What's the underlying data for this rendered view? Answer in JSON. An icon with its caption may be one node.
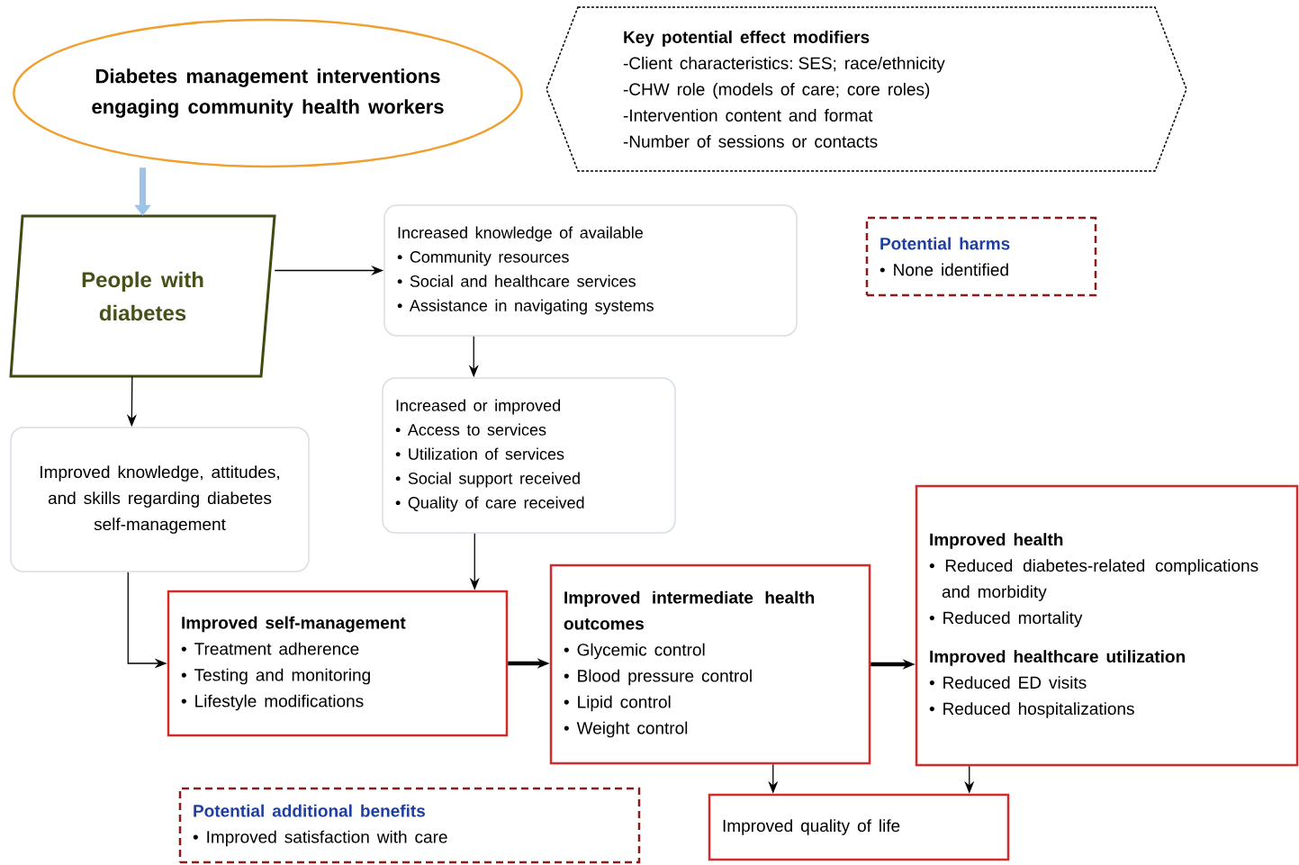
{
  "diagram": {
    "nodes": [
      {
        "text": [
          "Diabetes management interventions engaging community health workers"
        ]
      },
      {
        "text": [
          "Key potential effect modifiers",
          "-Client characteristics: SES; race/ethnicity",
          "-CHW role (models of care; core roles)",
          "-Intervention content and format",
          "-Number of sessions or contacts"
        ]
      },
      {
        "text": [
          "People with diabetes"
        ]
      },
      {
        "text": [
          "Increased knowledge of available",
          "• Community resources",
          "• Social and healthcare services",
          "• Assistance in navigating systems"
        ]
      },
      {
        "text": [
          "Potential harms",
          "• None identified"
        ]
      },
      {
        "text": [
          "Improved knowledge, attitudes, and skills regarding diabetes self-management"
        ]
      },
      {
        "text": [
          "Increased or improved",
          "• Access to services",
          "• Utilization of services",
          "• Social support received",
          "• Quality of care received"
        ]
      },
      {
        "text": [
          "Improved self-management",
          "• Treatment adherence",
          "• Testing and monitoring",
          "• Lifestyle modifications"
        ]
      },
      {
        "text": [
          "Improved intermediate health outcomes",
          "• Glycemic control",
          "• Blood pressure control",
          "• Lipid control",
          "• Weight control"
        ]
      },
      {
        "text": [
          "Improved health",
          "• Reduced diabetes-related complications and morbidity",
          "• Reduced mortality",
          "Improved healthcare utilization",
          "• Reduced ED visits",
          "• Reduced hospitalizations"
        ]
      },
      {
        "text": [
          "Potential additional benefits",
          "• Improved satisfaction with care"
        ]
      },
      {
        "text": [
          "Improved quality of life"
        ]
      }
    ],
    "edges": [
      {
        "from": 0,
        "to": 2,
        "arrow": "to",
        "style": "thick",
        "color": "#9dc3e6"
      },
      {
        "from": 2,
        "to": 3,
        "arrow": "to"
      },
      {
        "from": 3,
        "to": 6,
        "arrow": "to"
      },
      {
        "from": 2,
        "to": 5,
        "arrow": "to"
      },
      {
        "from": 5,
        "to": 7,
        "arrow": "to"
      },
      {
        "from": 6,
        "to": 7,
        "arrow": "to"
      },
      {
        "from": 7,
        "to": 8,
        "arrow": "to",
        "style": "thick"
      },
      {
        "from": 8,
        "to": 9,
        "arrow": "to",
        "style": "thick"
      },
      {
        "from": 8,
        "to": 11,
        "arrow": "to"
      },
      {
        "from": 9,
        "to": 11,
        "arrow": "to"
      }
    ]
  }
}
